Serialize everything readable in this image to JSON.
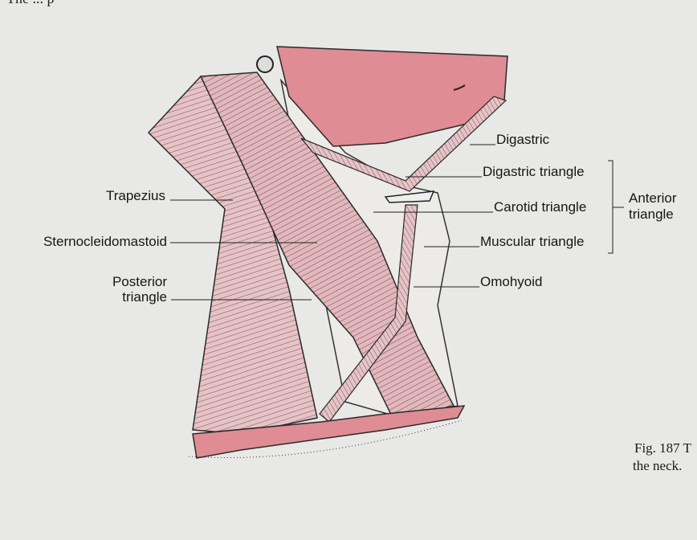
{
  "page": {
    "top_text": "The ... p"
  },
  "figure": {
    "labels": {
      "digastric": "Digastric",
      "digastric_triangle": "Digastric triangle",
      "carotid_triangle": "Carotid triangle",
      "muscular_triangle": "Muscular triangle",
      "omohyoid": "Omohyoid",
      "anterior_triangle_1": "Anterior",
      "anterior_triangle_2": "triangle",
      "trapezius": "Trapezius",
      "sternocleidomastoid": "Sternocleidomastoid",
      "posterior_triangle_1": "Posterior",
      "posterior_triangle_2": "triangle"
    },
    "caption_line1": "Fig. 187  T",
    "caption_line2": "the neck."
  },
  "colors": {
    "muscle": "#e3b6bb",
    "bone": "#df8c94",
    "line": "#2a2a2a"
  }
}
